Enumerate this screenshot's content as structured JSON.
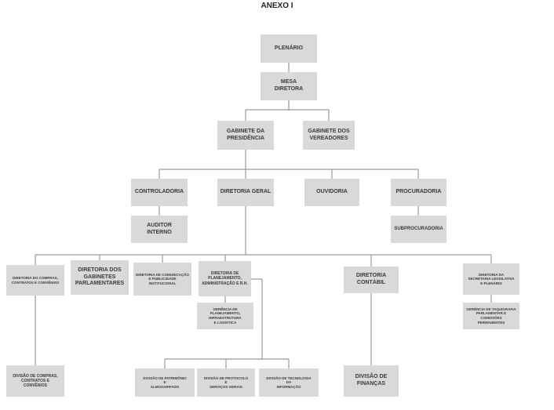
{
  "title": "ANEXO I",
  "nodes": {
    "plenario": "PLENÁRIO",
    "mesa_diretora": "MESA\nDIRETORA",
    "gabinete_presidencia": "GABINETE DA\nPRESIDÊNCIA",
    "gabinete_vereadores": "GABINETE DOS\nVEREADORES",
    "controladoria": "CONTROLADORIA",
    "diretoria_geral": "DIRETORIA GERAL",
    "ouvidoria": "OUVIDORIA",
    "procuradoria": "PROCURADORIA",
    "auditor_interno": "AUDITOR\nINTERNO",
    "subprocuradoria": "SUBPROCURADORIA",
    "diretoria_compras": "DIRETORIA DO COMPRAS,\nCONTRATOS E CONVÊNIOS",
    "diretoria_gabinetes": "DIRETORIA DOS\nGABINETES\nPARLAMENTARES",
    "diretoria_comunicacao": "DIRETORIA DE COMUNICAÇÃO\nE PUBLICIDADE\nINSTITUCIONAL",
    "diretoria_planejamento": "DIRETORIA DE\nPLANEJAMENTO,\nADMINISTRAÇÃO E R.H.",
    "diretoria_contabil": "DIRETORIA\nCONTÁBIL",
    "diretoria_secretaria": "DIRETORIA DA\nSECRETARIA LEGISLATIVA\nE PLENÁRIO",
    "gerencia_planejamento": "GERÊNCIA DE PLANEJAMENTO,\nINFRAESTRUTURA\nE LOGÍSTICA",
    "gerencia_taquigrafia": "GERÊNCIA DE TAQUIGRAFIA\nPARLAMENTAR E COMISSÕES\nPERMANENTES",
    "divisao_compras": "DIVISÃO DE COMPRAS,\nCONTRATOS E\nCONVÊNIOS",
    "divisao_patrimonio": "DIVISÃO DE PATRIMÔNIO\nE\nALMOXARIFADO",
    "divisao_protocolo": "DIVISÃO DE PROTOCOLO\nE\nSERVIÇOS GERAIS",
    "divisao_tecnologia": "DIVISÃO DE TECNOLOGIA\nDA\nINFORMAÇÃO",
    "divisao_financas": "DIVISÃO DE\nFINANÇAS"
  },
  "colors": {
    "box": "#d9d9d9",
    "text": "#3a3a3a",
    "line": "#9a9a9a"
  }
}
